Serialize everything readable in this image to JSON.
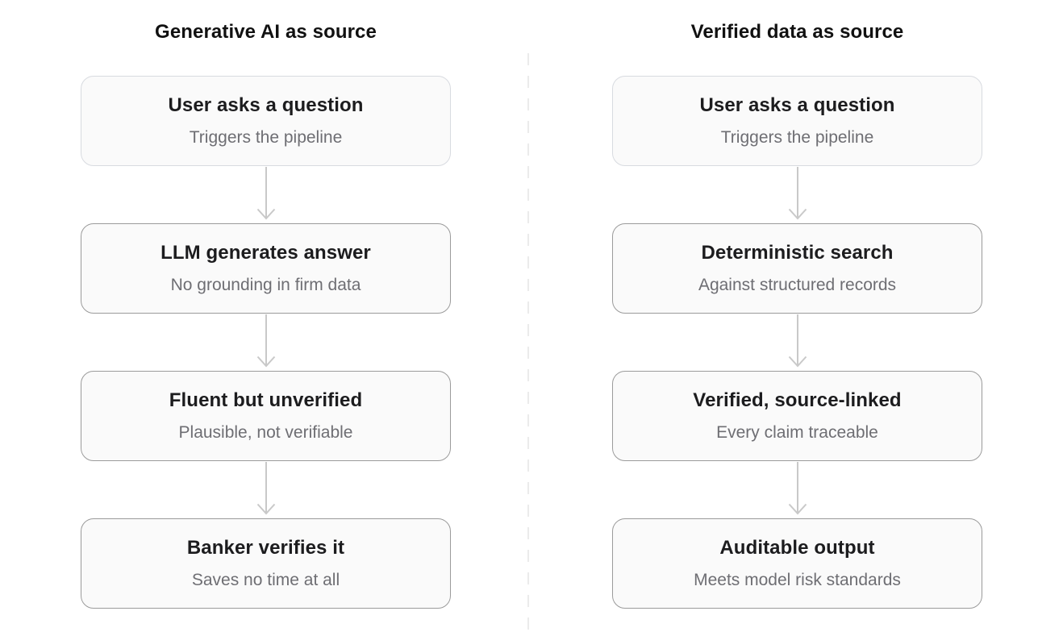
{
  "diagram": {
    "columns": [
      {
        "title": "Generative AI as source",
        "nodes": [
          {
            "title": "User asks a question",
            "subtitle": "Triggers the pipeline"
          },
          {
            "title": "LLM generates answer",
            "subtitle": "No grounding in firm data"
          },
          {
            "title": "Fluent but unverified",
            "subtitle": "Plausible, not verifiable"
          },
          {
            "title": "Banker verifies it",
            "subtitle": "Saves no time at all"
          }
        ]
      },
      {
        "title": "Verified data as source",
        "nodes": [
          {
            "title": "User asks a question",
            "subtitle": "Triggers the pipeline"
          },
          {
            "title": "Deterministic search",
            "subtitle": "Against structured records"
          },
          {
            "title": "Verified, source-linked",
            "subtitle": "Every claim traceable"
          },
          {
            "title": "Auditable output",
            "subtitle": "Meets model risk standards"
          }
        ]
      }
    ],
    "colors": {
      "node_background": "#fafafa",
      "node_border_first": "#d8dbe0",
      "node_border": "#9b9b9b",
      "header_text": "#111111",
      "title_text": "#1c1c1e",
      "subtitle_text": "#6e6e73",
      "arrow": "#c9c9c9",
      "divider": "#ebebeb"
    }
  }
}
